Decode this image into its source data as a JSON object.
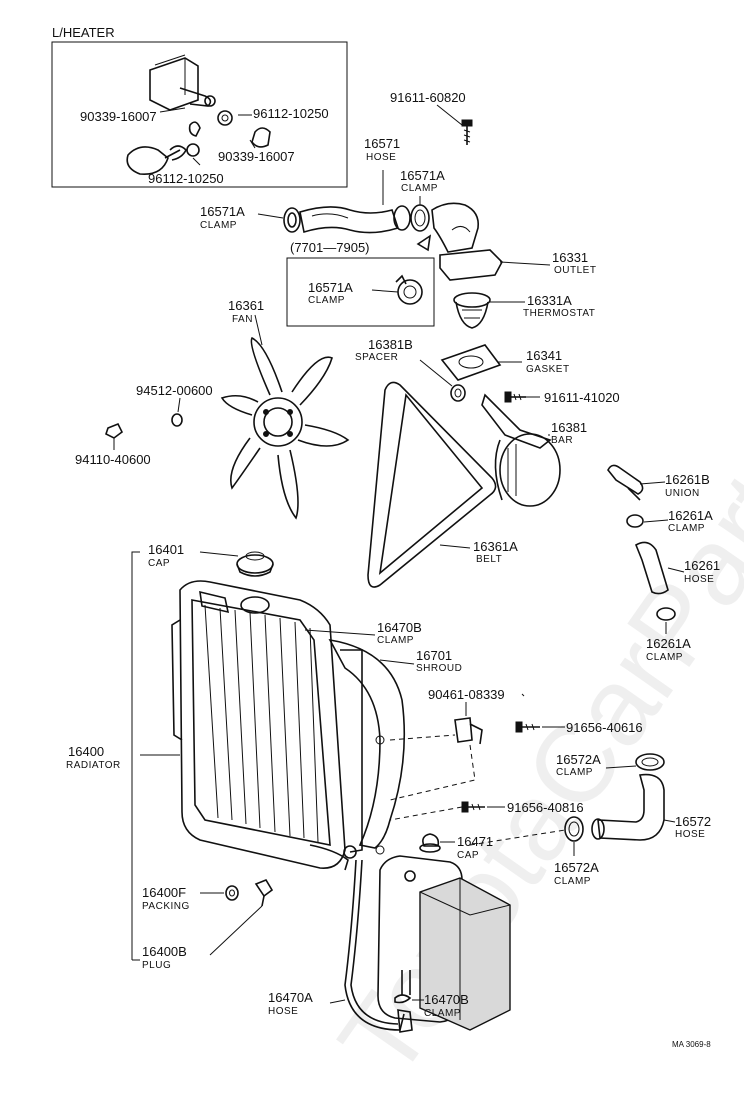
{
  "diagram": {
    "inset_title": "L/HEATER",
    "inset_range": "(7701—7905)",
    "reference": "MA 3069-8",
    "watermark": "ToyotaCarPart.ru",
    "callouts": {
      "c90339a": {
        "pn": "90339-16007",
        "nm": ""
      },
      "c96112a": {
        "pn": "96112-10250",
        "nm": ""
      },
      "c90339b": {
        "pn": "90339-16007",
        "nm": ""
      },
      "c96112b": {
        "pn": "96112-10250",
        "nm": ""
      },
      "c91611a": {
        "pn": "91611-60820",
        "nm": ""
      },
      "c16571": {
        "pn": "16571",
        "nm": "HOSE"
      },
      "c16571A_top": {
        "pn": "16571A",
        "nm": "CLAMP"
      },
      "c16571A_left": {
        "pn": "16571A",
        "nm": "CLAMP"
      },
      "c16571A_inset": {
        "pn": "16571A",
        "nm": "CLAMP"
      },
      "c16331": {
        "pn": "16331",
        "nm": "OUTLET"
      },
      "c16331A": {
        "pn": "16331A",
        "nm": "THERMOSTAT"
      },
      "c16361": {
        "pn": "16361",
        "nm": "FAN"
      },
      "c16381B": {
        "pn": "16381B",
        "nm": "SPACER"
      },
      "c16341": {
        "pn": "16341",
        "nm": "GASKET"
      },
      "c94512": {
        "pn": "94512-00600",
        "nm": ""
      },
      "c91611b": {
        "pn": "91611-41020",
        "nm": ""
      },
      "c16381": {
        "pn": "16381",
        "nm": "BAR"
      },
      "c94110": {
        "pn": "94110-40600",
        "nm": ""
      },
      "c16261B": {
        "pn": "16261B",
        "nm": "UNION"
      },
      "c16261A_top": {
        "pn": "16261A",
        "nm": "CLAMP"
      },
      "c16401": {
        "pn": "16401",
        "nm": "CAP"
      },
      "c16361A": {
        "pn": "16361A",
        "nm": "BELT"
      },
      "c16261": {
        "pn": "16261",
        "nm": "HOSE"
      },
      "c16470B_top": {
        "pn": "16470B",
        "nm": "CLAMP"
      },
      "c16261A_bot": {
        "pn": "16261A",
        "nm": "CLAMP"
      },
      "c16701": {
        "pn": "16701",
        "nm": "SHROUD"
      },
      "c90461": {
        "pn": "90461-08339",
        "nm": ""
      },
      "c91656a": {
        "pn": "91656-40616",
        "nm": ""
      },
      "c16400": {
        "pn": "16400",
        "nm": "RADIATOR"
      },
      "c16572A_top": {
        "pn": "16572A",
        "nm": "CLAMP"
      },
      "c91656b": {
        "pn": "91656-40816",
        "nm": ""
      },
      "c16572": {
        "pn": "16572",
        "nm": "HOSE"
      },
      "c16471": {
        "pn": "16471",
        "nm": "CAP"
      },
      "c16572A_bot": {
        "pn": "16572A",
        "nm": "CLAMP"
      },
      "c16400F": {
        "pn": "16400F",
        "nm": "PACKING"
      },
      "c16400B": {
        "pn": "16400B",
        "nm": "PLUG"
      },
      "c16470A": {
        "pn": "16470A",
        "nm": "HOSE"
      },
      "c16470B_bot": {
        "pn": "16470B",
        "nm": "CLAMP"
      }
    }
  }
}
